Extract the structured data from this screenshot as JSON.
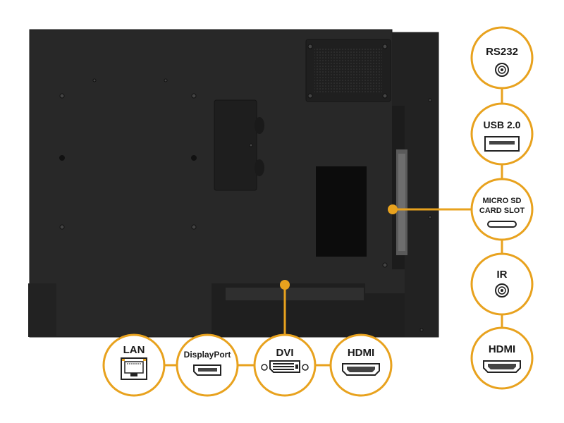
{
  "colors": {
    "accent": "#e8a21e",
    "panel": "#2a2a2a",
    "panel_dark": "#1e1e1e",
    "background": "#ffffff"
  },
  "right_ports": [
    {
      "label": "RS232",
      "icon": "round-jack-icon"
    },
    {
      "label": "USB 2.0",
      "icon": "usb-port-icon"
    },
    {
      "label_line1": "MICRO SD",
      "label_line2": "CARD SLOT",
      "icon": "micro-sd-slot-icon"
    },
    {
      "label": "IR",
      "icon": "round-jack-icon"
    },
    {
      "label": "HDMI",
      "icon": "hdmi-port-icon"
    }
  ],
  "bottom_ports": [
    {
      "label": "LAN",
      "icon": "ethernet-port-icon"
    },
    {
      "label": "DisplayPort",
      "icon": "displayport-icon"
    },
    {
      "label": "DVI",
      "icon": "dvi-port-icon"
    },
    {
      "label": "HDMI",
      "icon": "hdmi-port-icon"
    }
  ]
}
